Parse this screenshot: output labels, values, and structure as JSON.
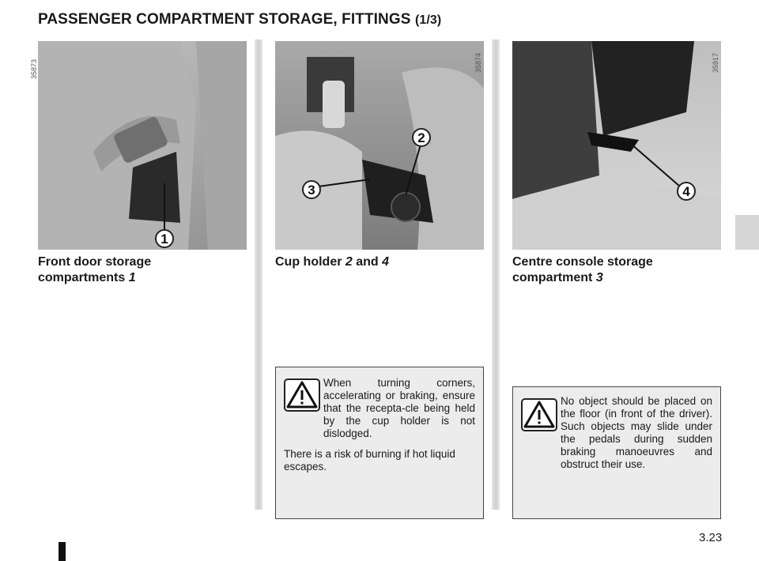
{
  "page": {
    "title": "PASSENGER COMPARTMENT STORAGE, FITTINGS",
    "title_part": "(1/3)",
    "page_number": "3.23"
  },
  "photos": [
    {
      "ref": "35873",
      "callouts": [
        "1"
      ]
    },
    {
      "ref": "35874",
      "callouts": [
        "2",
        "3"
      ]
    },
    {
      "ref": "35917",
      "callouts": [
        "4"
      ]
    }
  ],
  "captions": {
    "left": {
      "text": "Front door storage compartments",
      "ref": "1"
    },
    "middle": {
      "text": "Cup holder",
      "ref_a": "2",
      "and": "and",
      "ref_b": "4"
    },
    "right": {
      "text": "Centre console storage compartment",
      "ref": "3"
    }
  },
  "warnings": {
    "middle": {
      "icon": "warning-triangle-icon",
      "para1": "When turning corners, accelerating or braking, ensure that the recepta-cle being held by the cup holder is not dislodged.",
      "para2": "There is a risk of burning if hot liquid escapes."
    },
    "right": {
      "icon": "warning-triangle-icon",
      "para1": "No object should be placed on the floor (in front of the driver). Such objects may slide under the pedals during sudden braking manoeuvres and obstruct their use."
    }
  }
}
